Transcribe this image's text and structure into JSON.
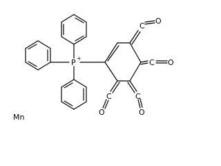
{
  "molecule": {
    "phosphorus_label": "P",
    "phosphorus_charge": "+",
    "carbon_label": "C",
    "oxygen_label": "O",
    "counter_ion": "Mn"
  },
  "colors": {
    "bond": "#000000",
    "text": "#000000",
    "background": "#ffffff"
  }
}
